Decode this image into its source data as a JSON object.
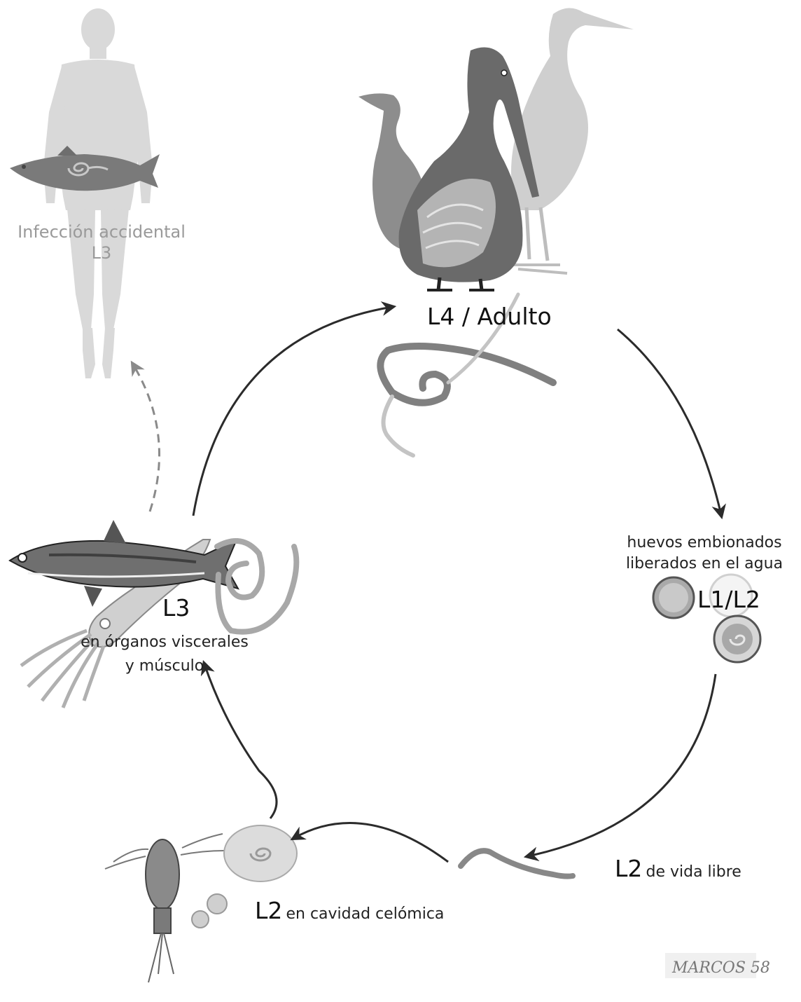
{
  "title": "",
  "stages": {
    "adult": {
      "label": "L4 / Adulto",
      "hosts": [
        "pelican-icon",
        "cormorant-icon",
        "egret-icon"
      ]
    },
    "eggs": {
      "caption_line1": "huevos embionados",
      "caption_line2": "liberados en el agua",
      "label": "L1/L2"
    },
    "free_living": {
      "label": "L2",
      "caption": "de vida libre"
    },
    "copepod": {
      "label": "L2",
      "caption": "en cavidad celómica"
    },
    "fish_squid": {
      "label": "L3",
      "caption_line1": "en órganos viscerales",
      "caption_line2": "y músculo"
    },
    "human": {
      "caption_line1": "Infección accidental",
      "caption_line2": "L3"
    }
  },
  "signature": "MARCOS 58",
  "colors": {
    "arrow": "#2b2b2b",
    "dashed_arrow": "#8a8a8a",
    "human_silhouette": "#d6d6d6",
    "fish": "#7a7a7a"
  }
}
